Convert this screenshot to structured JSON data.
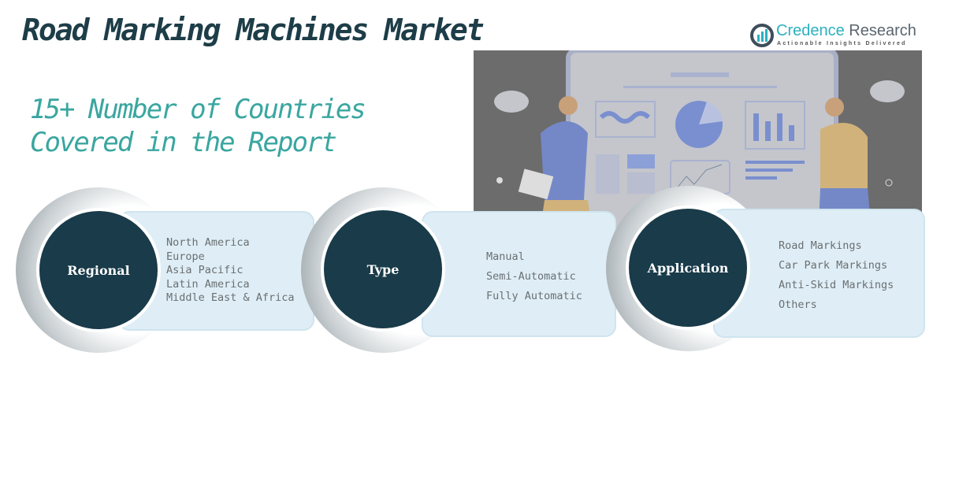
{
  "title": "Road Marking Machines Market",
  "subtitle_line1": "15+ Number of Countries",
  "subtitle_line2": "Covered in the Report",
  "logo": {
    "name_part1": "Credence",
    "name_part2": " Research",
    "tagline": "Actionable Insights Delivered"
  },
  "segments": [
    {
      "label": "Regional",
      "items": [
        "North America",
        "Europe",
        "Asia Pacific",
        "Latin America",
        "Middle East & Africa"
      ]
    },
    {
      "label": "Type",
      "items": [
        "Manual",
        "Semi-Automatic",
        "Fully Automatic"
      ]
    },
    {
      "label": "Application",
      "items": [
        "Road Markings",
        "Car Park Markings",
        "Anti-Skid Markings",
        "Others"
      ]
    }
  ],
  "colors": {
    "dark": "#193b4a",
    "accent": "#3aa6a0",
    "panel": "#dfeef6"
  }
}
